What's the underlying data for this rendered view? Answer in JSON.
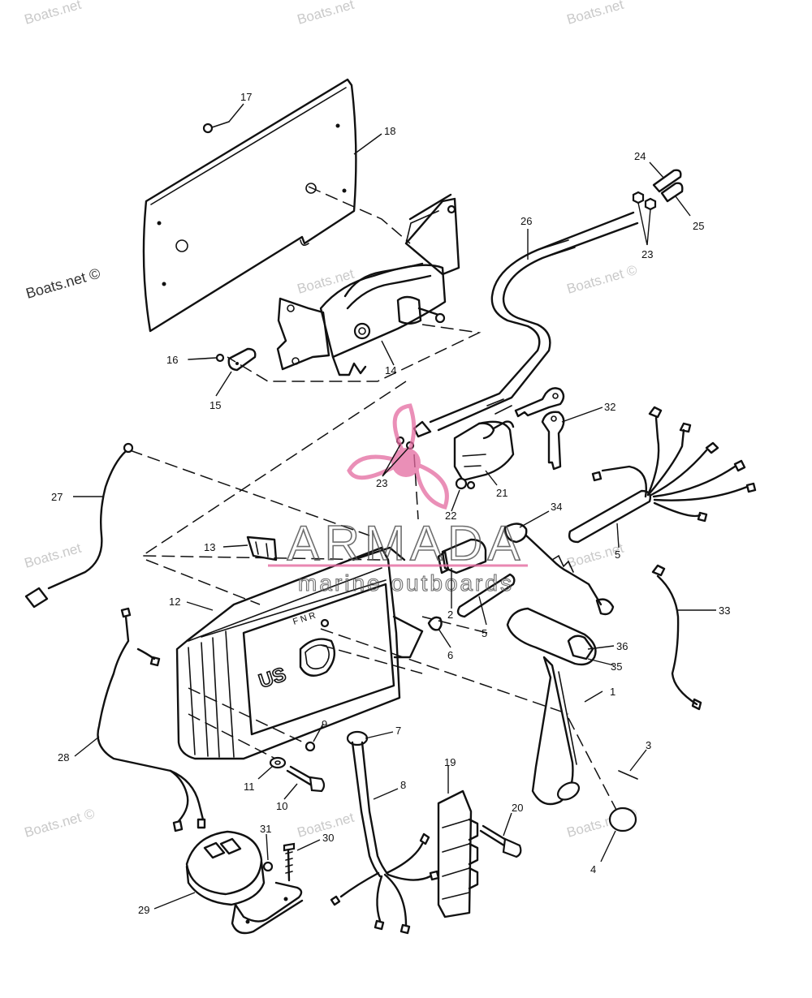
{
  "watermarks": {
    "site": "Boats.net",
    "site_copy": "Boats.net ©"
  },
  "logo": {
    "name": "ARMADA",
    "tagline": "marine outboards",
    "accent_color": "#e46aa0"
  },
  "case_lettering": {
    "brand": "US",
    "shift": "F  N  R"
  },
  "callouts": [
    "17",
    "18",
    "24",
    "25",
    "26",
    "23",
    "16",
    "14",
    "15",
    "32",
    "27",
    "23",
    "21",
    "22",
    "34",
    "13",
    "5",
    "12",
    "2",
    "5",
    "33",
    "6",
    "36",
    "35",
    "1",
    "9",
    "7",
    "3",
    "28",
    "11",
    "10",
    "19",
    "8",
    "20",
    "31",
    "30",
    "4",
    "29"
  ]
}
